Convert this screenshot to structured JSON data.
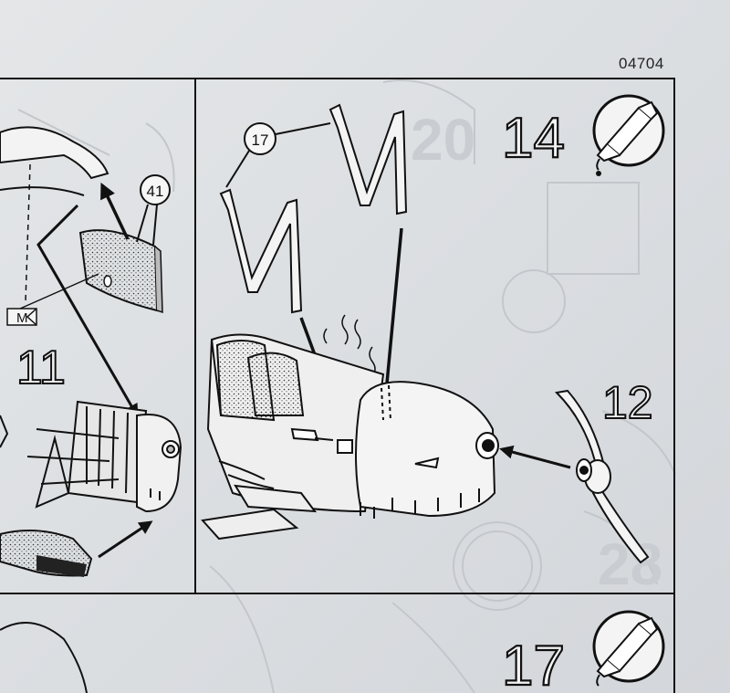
{
  "doc": {
    "code": "04704"
  },
  "panel_left": {
    "step_number": "11",
    "part_callout": "41",
    "marker_label": "M"
  },
  "panel_main": {
    "step_number": "14",
    "part_callout": "17",
    "part_id": "12",
    "glue_icon": "glue-tube-icon"
  },
  "panel_bottom": {
    "step_number": "17",
    "glue_icon": "glue-tube-icon"
  }
}
